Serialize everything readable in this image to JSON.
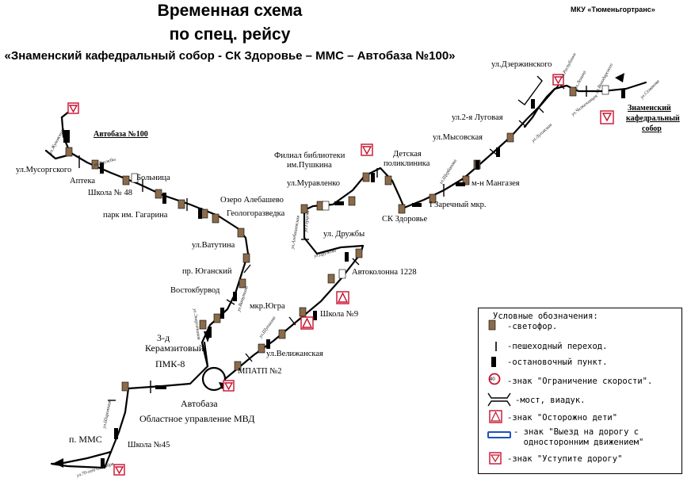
{
  "header": {
    "title_line1": "Временная схема",
    "title_line2": "по спец. рейсу",
    "route": "«Знаменский кафедральный собор - СК Здоровье – ММС – Автобаза №100»",
    "organization": "МКУ «Тюменьгортранс»"
  },
  "stops": {
    "avtobaza100": "Автобаза №100",
    "musorgskogo": "ул.Мусоргского",
    "apteka": "Аптека",
    "bolnica": "Больница",
    "shkola48": "Школа № 48",
    "park_gagarina": "парк им. Гагарина",
    "ozero": "Озеро Алебашево",
    "geologorazvedka": "Геологоразведка",
    "vatutina": "ул.Ватутина",
    "yuganskiy": "пр. Юганский",
    "vostokburvod": "Востокбурвод",
    "keramzit_1": "3-д",
    "keramzit_2": "Керамзитовый",
    "pmk8": "ПМК-8",
    "avtobaza": "Автобаза",
    "mvd": "Областное управление МВД",
    "mms": "п. ММС",
    "shkola45": "Школа №45",
    "mpatp2": "МПАТП №2",
    "velizhanskaya": "ул.Велижанская",
    "mkr_yugra": "мкр.Югра",
    "shkola9": "Школа №9",
    "avtokolonna": "Автоколонна 1228",
    "druzhby": "ул. Дружбы",
    "muravlenko": "ул.Муравленко",
    "biblioteka_1": "Филиал библиотеки",
    "biblioteka_2": "им.Пушкина",
    "detskaya_1": "Детская",
    "detskaya_2": "поликлиника",
    "sk_zdorovie": "СК Здоровье",
    "zarechny": "I Заречный мкр.",
    "mangazeya": "м-н Мангазея",
    "mysovskaya": "ул.Мысовская",
    "lugovaya": "ул.2-я Луговая",
    "dzerzhinskogo": "ул.Дзержинского",
    "sobor_1": "Знаменский",
    "sobor_2": "кафедральный",
    "sobor_3": "собор"
  },
  "streets": {
    "s1": "ул.Жуковского",
    "s2": "ул.Дружбы",
    "s3": "ул.Ватутина",
    "s4": "ул.Энергетиков",
    "s5": "ул.Шукшина",
    "s6": "ул.Алебашевская",
    "s7": "ул.Дружбы",
    "s8": "ул.Щербакова",
    "s9": "ул.Ленина",
    "s10": "ул.Челюскинцев",
    "s11": "ул.Семакова",
    "s12": "ул.Республики",
    "s13": "ул.Володарского",
    "s14": "ул.70-лет Октября",
    "s15": "ул.Широтная",
    "s16": "ул.Герцена",
    "s17": "ул.Луговская"
  },
  "legend": {
    "title": "Условные обозначения:",
    "items": [
      {
        "icon": "traffic-light-icon",
        "text": "-светофор."
      },
      {
        "icon": "crosswalk-icon",
        "text": "-пешеходный переход."
      },
      {
        "icon": "bus-stop-icon",
        "text": "-остановочный пункт."
      },
      {
        "icon": "speed-limit-icon",
        "text": "-знак \"Ограничение скорости\"."
      },
      {
        "icon": "bridge-icon",
        "text": "-мост, виадук."
      },
      {
        "icon": "children-sign-icon",
        "text": "-знак \"Осторожно дети\""
      },
      {
        "icon": "one-way-sign-icon",
        "text": "- знак \"Выезд на дорогу с\n  односторонним движением\""
      },
      {
        "icon": "yield-sign-icon",
        "text": "-знак \"Уступите дорогу\""
      }
    ],
    "speed_value": "40"
  },
  "colors": {
    "route": "#000000",
    "traffic_light": "#8b6b4a",
    "sign_red": "#c8102e",
    "one_way_blue": "#1f4fbf"
  }
}
